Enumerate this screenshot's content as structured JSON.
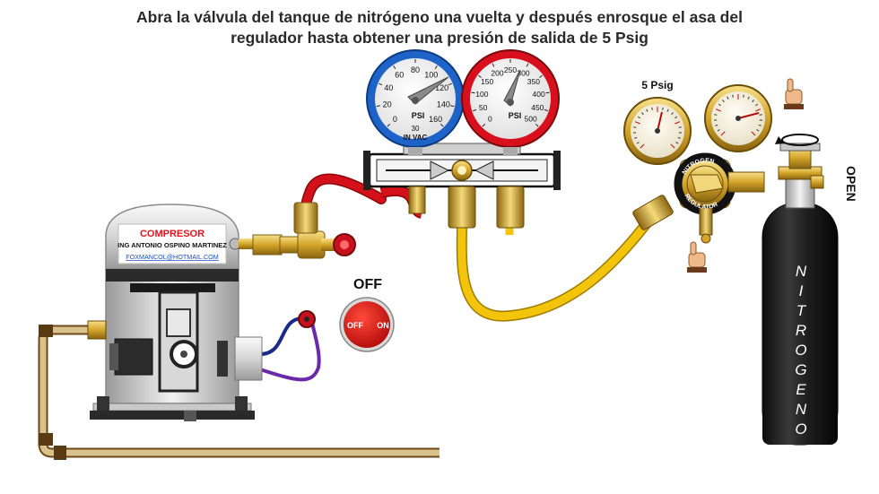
{
  "title": {
    "line1": "Abra la válvula del tanque de nitrógeno una vuelta y después enrosque el asa del",
    "line2": "regulador hasta obtener una presión de salida de 5 Psig"
  },
  "compressor": {
    "label": "COMPRESOR",
    "author": "ING ANTONIO OSPINO MARTINEZ",
    "email": "FOXMANCOL@HOTMAIL.COM"
  },
  "switch": {
    "state_label": "OFF",
    "off_label": "OFF",
    "on_label": "ON"
  },
  "manifold": {
    "low_gauge": {
      "scale": [
        "0",
        "20",
        "40",
        "60",
        "80",
        "100",
        "120",
        "140",
        "160"
      ],
      "unit": "PSI",
      "vac_value": "30",
      "vac_label": "IN VAC",
      "ring_color": "#1e63c8"
    },
    "high_gauge": {
      "scale": [
        "0",
        "50",
        "100",
        "150",
        "200",
        "250",
        "300",
        "350",
        "400",
        "450",
        "500"
      ],
      "unit": "PSI",
      "ring_color": "#d8101e"
    }
  },
  "regulator": {
    "outlet_pressure": "5 Psig",
    "ring_text_top": "NITROGEN",
    "ring_text_bottom": "REGULATOR"
  },
  "tank": {
    "valve_state": "OPEN",
    "letters": [
      "N",
      "I",
      "T",
      "R",
      "O",
      "G",
      "E",
      "N",
      "O"
    ]
  },
  "icons": [
    "hand-pointing-icon",
    "hand-pointing-icon",
    "rotate-arrow-icon"
  ],
  "colors": {
    "red_hose": "#d4111b",
    "yellow_hose": "#f2c40c",
    "brass": "#d4a52a",
    "tank": "#1c1c1c"
  }
}
